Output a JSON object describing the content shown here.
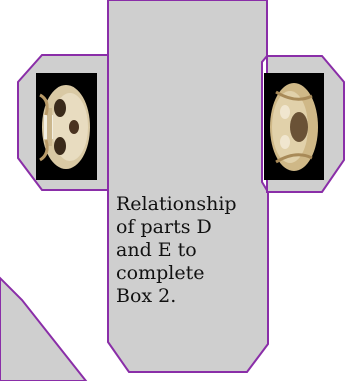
{
  "center_panel": {
    "text": "Relationship\nof parts D\nand E to\ncomplete\nBox 2."
  },
  "colors": {
    "panel_fill": "#cfcfcf",
    "fold_line": "#8a2ea8",
    "photo_bg": "#000000",
    "page_bg": "#ffffff"
  },
  "images": {
    "left": "skull-front-view",
    "right": "skull-rear-view"
  }
}
